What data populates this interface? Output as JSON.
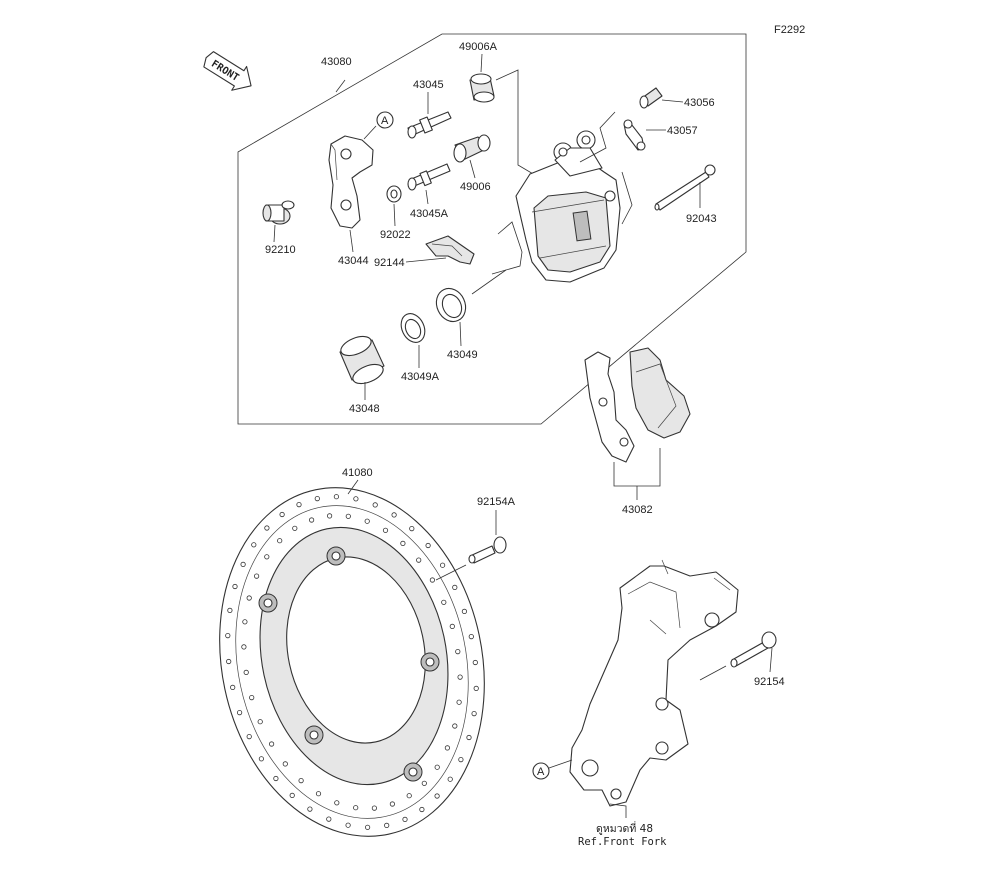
{
  "figure_code": "F2292",
  "front_arrow_label": "FRONT",
  "ref_marker": "A",
  "parts": {
    "p43080": "43080",
    "p49006A": "49006A",
    "p43045": "43045",
    "p43056": "43056",
    "p43057": "43057",
    "p49006": "49006",
    "p43045A": "43045A",
    "p92043": "92043",
    "p92210": "92210",
    "p92022": "92022",
    "p43044": "43044",
    "p92144": "92144",
    "p43049": "43049",
    "p43049A": "43049A",
    "p43048": "43048",
    "p43082": "43082",
    "p41080": "41080",
    "p92154A": "92154A",
    "p92154": "92154"
  },
  "reference_note": {
    "line1": "ดูหมวดที่ 48",
    "line2": "Ref.Front Fork"
  }
}
